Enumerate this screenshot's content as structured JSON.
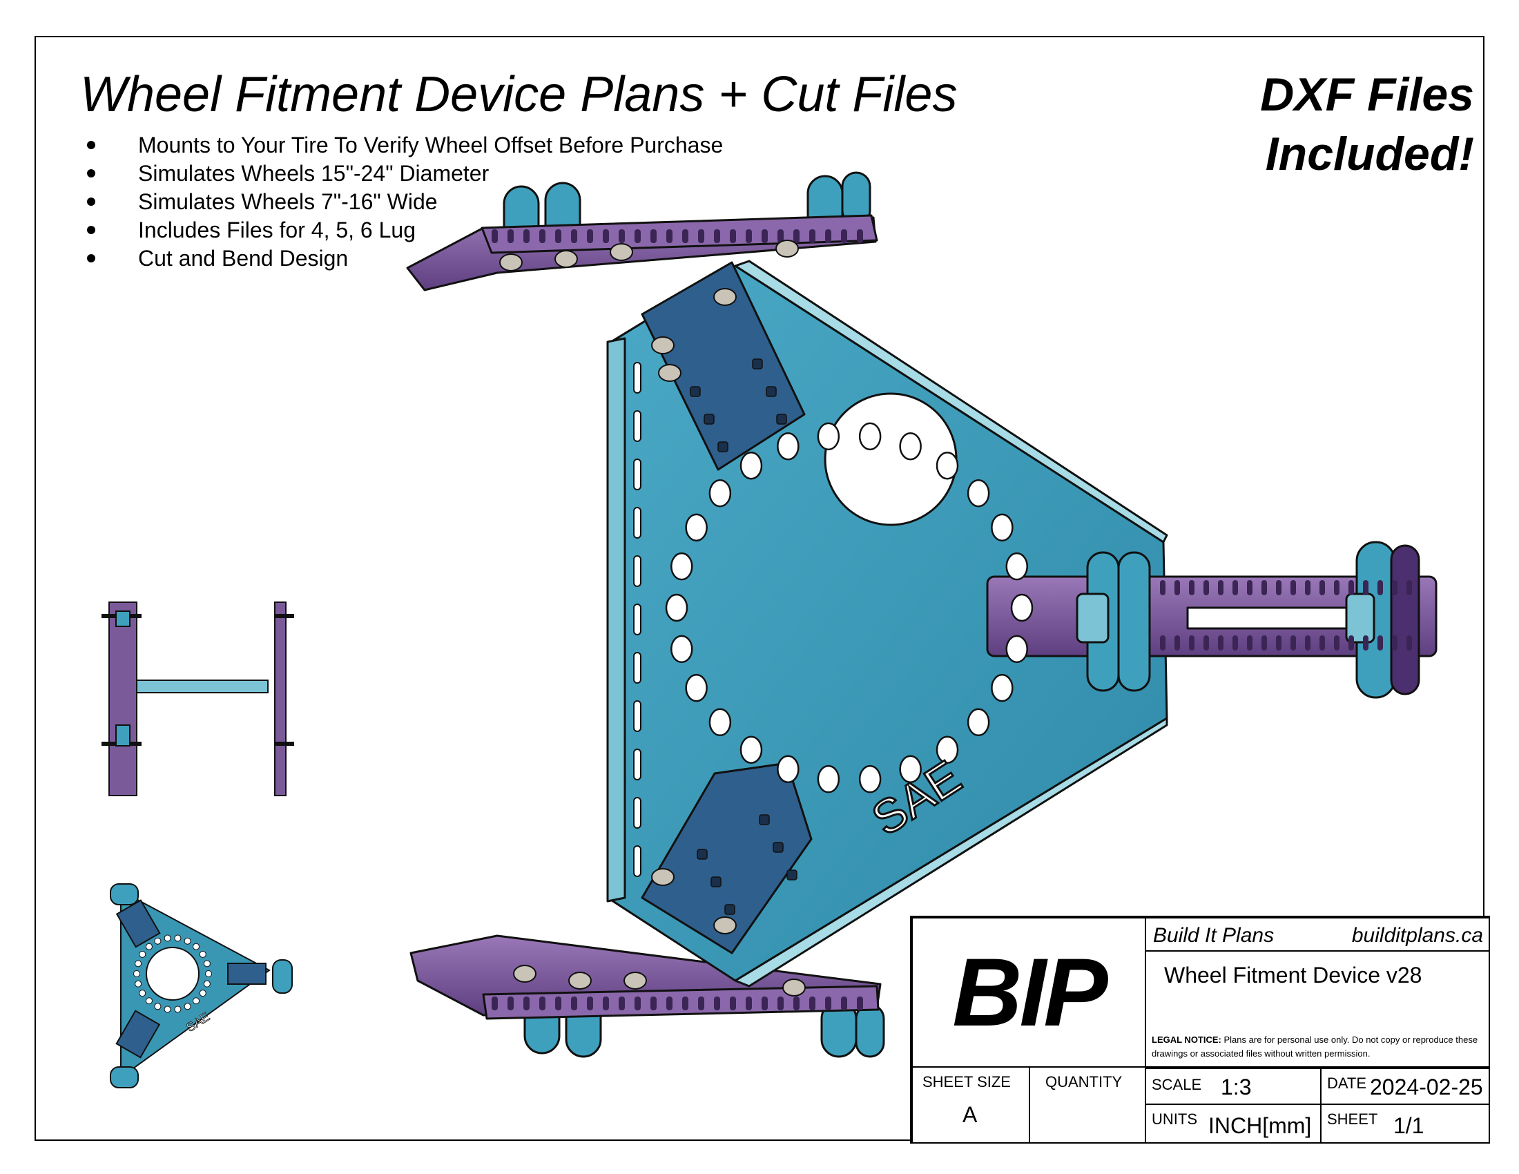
{
  "header": {
    "title": "Wheel Fitment Device Plans + Cut Files",
    "dxf_line1": "DXF Files",
    "dxf_line2": "Included!"
  },
  "features": [
    "Mounts to Your Tire To Verify Wheel Offset Before Purchase",
    "Simulates Wheels 15\"-24\" Diameter",
    "Simulates Wheels 7\"-16\" Wide",
    "Includes Files for 4, 5, 6 Lug",
    "Cut and Bend Design"
  ],
  "part_marking": "SAE",
  "title_block": {
    "logo": "BIP",
    "company": "Build It Plans",
    "website": "builditplans.ca",
    "drawing_title": "Wheel Fitment Device v28",
    "legal_label": "LEGAL NOTICE:",
    "legal_text": "Plans are for personal use only. Do not copy or reproduce these drawings or associated files without written permission.",
    "sheet_size_label": "SHEET SIZE",
    "sheet_size_value": "A",
    "quantity_label": "QUANTITY",
    "quantity_value": "",
    "scale_label": "SCALE",
    "scale_value": "1:3",
    "date_label": "DATE",
    "date_value": "2024-02-25",
    "units_label": "UNITS",
    "units_value": "INCH[mm]",
    "sheet_label": "SHEET",
    "sheet_value": "1/1"
  },
  "colors": {
    "plate_teal": "#3a97b4",
    "bracket_blue": "#2f5f8c",
    "arm_purple": "#7b5a9a",
    "outline": "#111111"
  }
}
